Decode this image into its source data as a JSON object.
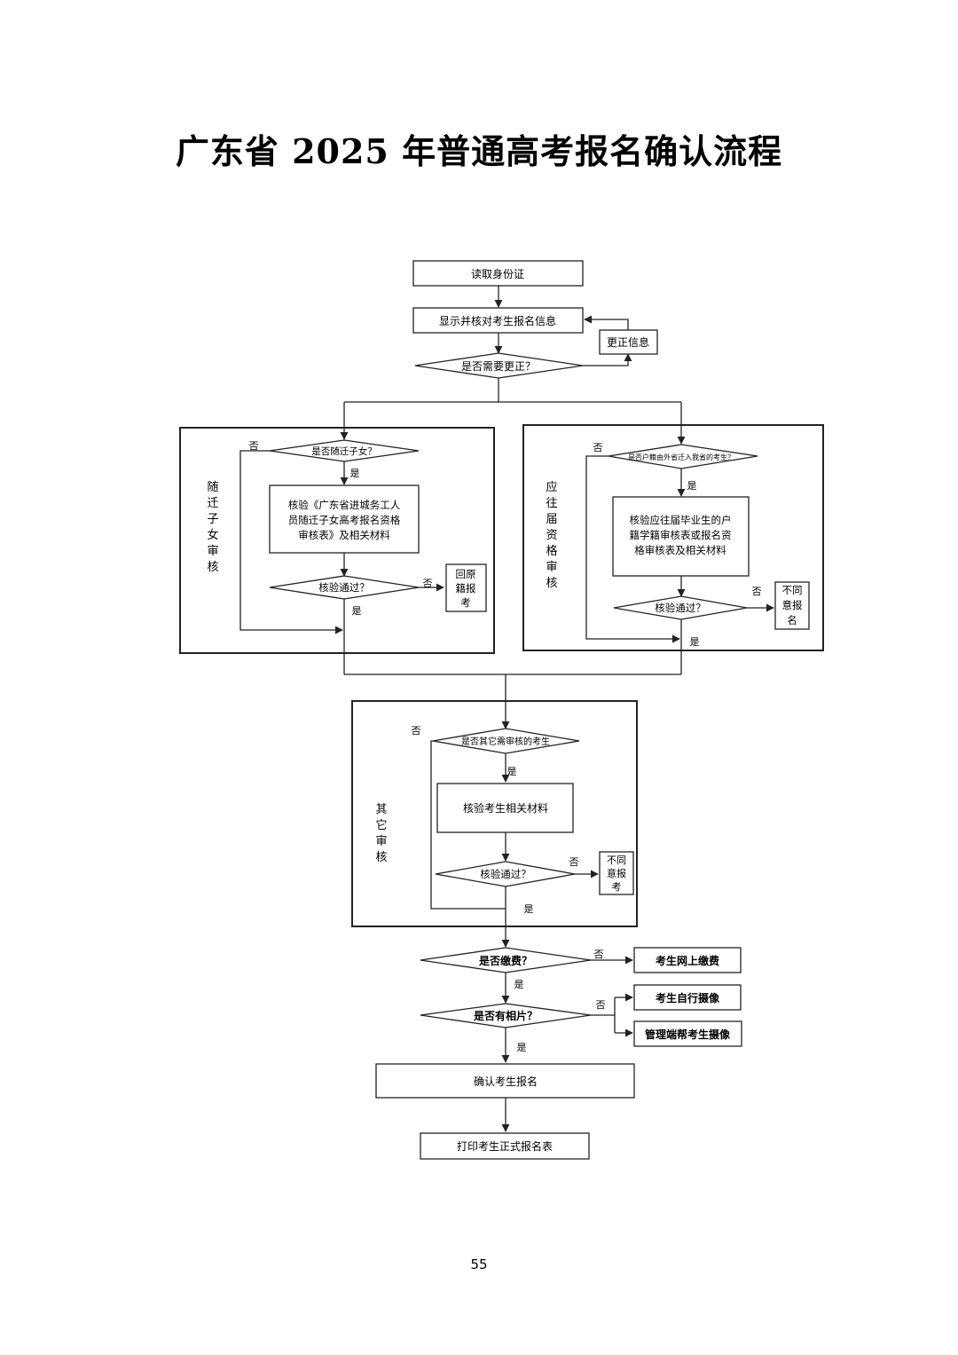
{
  "title": "广东省 2025 年普通高考报名确认流程",
  "page_number": "55",
  "diagram": {
    "nodes": {
      "read_id": "读取身份证",
      "display_info": "显示并核对考生报名信息",
      "correct_info": "更正信息",
      "need_correct": "是否需要更正？",
      "migrant_q": "是否随迁子女？",
      "migrant_check": [
        "核验《广东省进城务工人",
        "员随迁子女高考报名资格",
        "审核表》及相关材料"
      ],
      "migrant_pass": "核验通过？",
      "return_home": [
        "回原",
        "籍报",
        "考"
      ],
      "fresh_q": "是否户籍由外省迁入我省的考生？",
      "fresh_check": [
        "核验应往届毕业生的户",
        "籍学籍审核表或报名资",
        "格审核表及相关材料"
      ],
      "fresh_pass": "核验通过？",
      "fresh_reject": [
        "不同",
        "意报",
        "名"
      ],
      "other_q": "是否其它需审核的考生",
      "other_check": "核验考生相关材料",
      "other_pass": "核验通过？",
      "other_reject": [
        "不同",
        "意报",
        "考"
      ],
      "fee_q": "是否缴费？",
      "fee_online": "考生网上缴费",
      "photo_q": "是否有相片？",
      "photo_self": "考生自行摄像",
      "photo_admin": "管理端帮考生摄像",
      "confirm": "确认考生报名",
      "print_form": "打印考生正式报名表"
    },
    "groups": {
      "migrant": [
        "随",
        "迁",
        "子",
        "女",
        "审",
        "核"
      ],
      "fresh": [
        "应",
        "往",
        "届",
        "资",
        "格",
        "审",
        "核"
      ],
      "other": [
        "其",
        "它",
        "审",
        "核"
      ]
    },
    "labels": {
      "yes": "是",
      "no": "否"
    }
  }
}
